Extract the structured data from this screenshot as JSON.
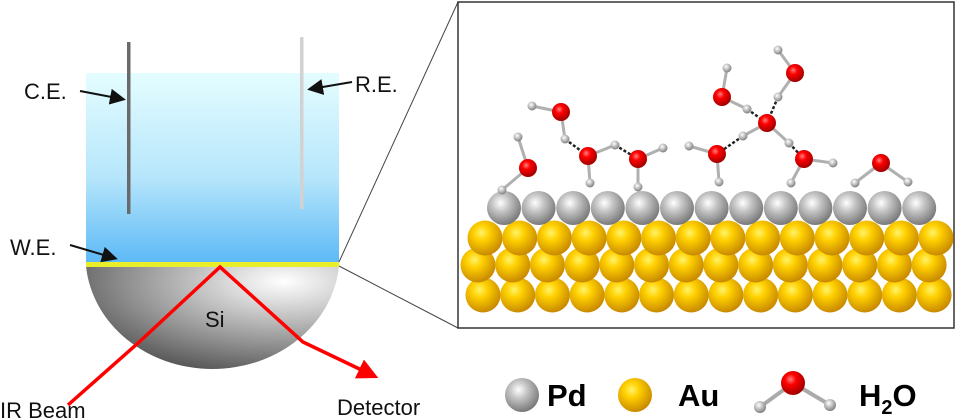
{
  "cell": {
    "counter_electrode_label": "C.E.",
    "reference_electrode_label": "R.E.",
    "working_electrode_label": "W.E.",
    "prism_label": "Si",
    "ir_beam_label": "IR Beam",
    "detector_label": "Detector"
  },
  "legend": {
    "pd_label": "Pd",
    "au_label": "Au",
    "water_label_main": "H",
    "water_label_sub": "2",
    "water_label_end": "O"
  },
  "colors": {
    "beam": "#ff0000",
    "au": "#f2b600",
    "pd": "#b8b8b8",
    "oxygen": "#e00000",
    "electrolyte_top": "#e4fdff",
    "electrolyte_bottom": "#5cb9f6",
    "gold_film": "#e8ee2a"
  }
}
